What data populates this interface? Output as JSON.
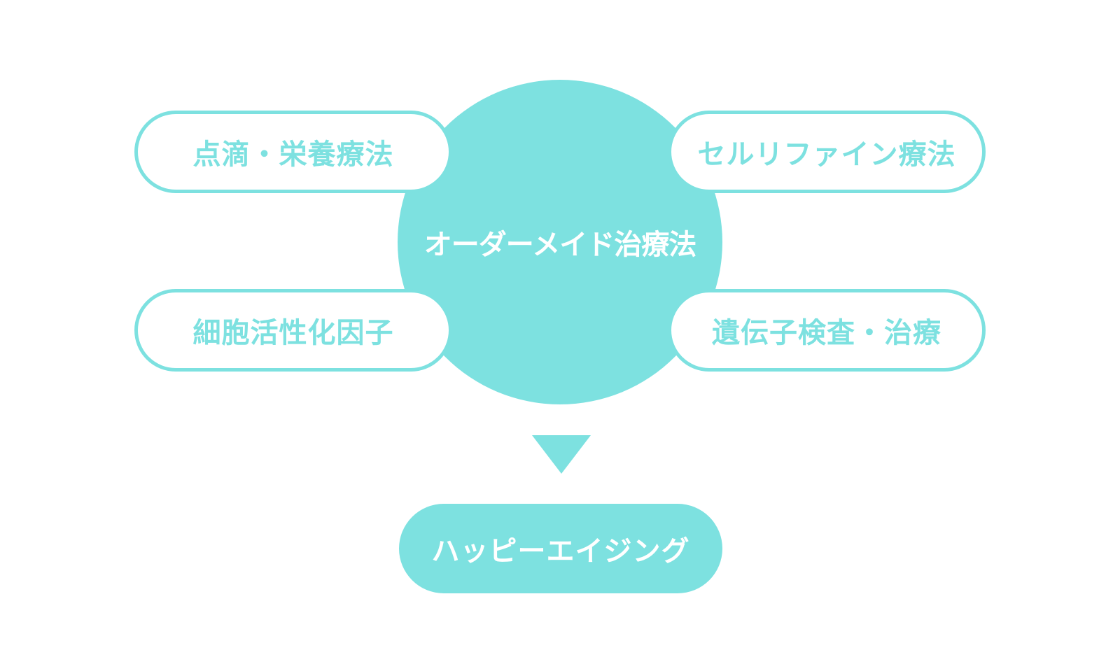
{
  "colors": {
    "accent": "#7de1e0",
    "background": "#ffffff",
    "center_text": "#ffffff"
  },
  "center": {
    "label": "オーダーメイド治療法"
  },
  "methods": [
    {
      "label": "点滴・栄養療法"
    },
    {
      "label": "セルリファイン療法"
    },
    {
      "label": "細胞活性化因子"
    },
    {
      "label": "遺伝子検査・治療"
    }
  ],
  "result": {
    "label": "ハッピーエイジング"
  }
}
